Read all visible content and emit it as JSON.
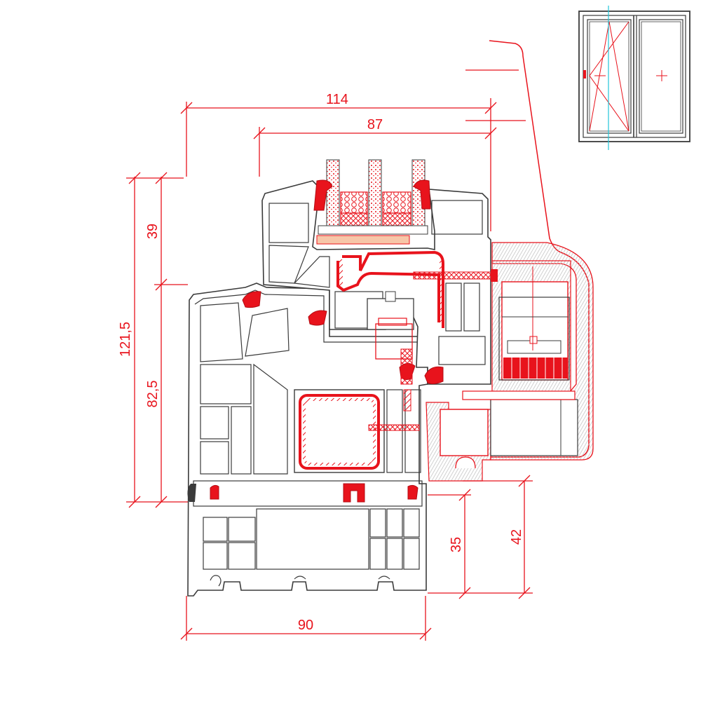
{
  "drawing": {
    "title": "",
    "colors": {
      "dimension": "#e8131c",
      "profile_outline": "#3b3b3b",
      "profile_fill": "#ffffff",
      "shading": "#cfcfcf"
    },
    "dimensions": {
      "overall_depth": "114",
      "glass_rebate": "87",
      "upper_height": "39",
      "total_height": "121,5",
      "frame_height": "82,5",
      "sill_35": "35",
      "sill_42": "42",
      "frame_width": "90"
    },
    "icons": {
      "window_thumbnail": "tilt-turn-window-icon"
    }
  }
}
